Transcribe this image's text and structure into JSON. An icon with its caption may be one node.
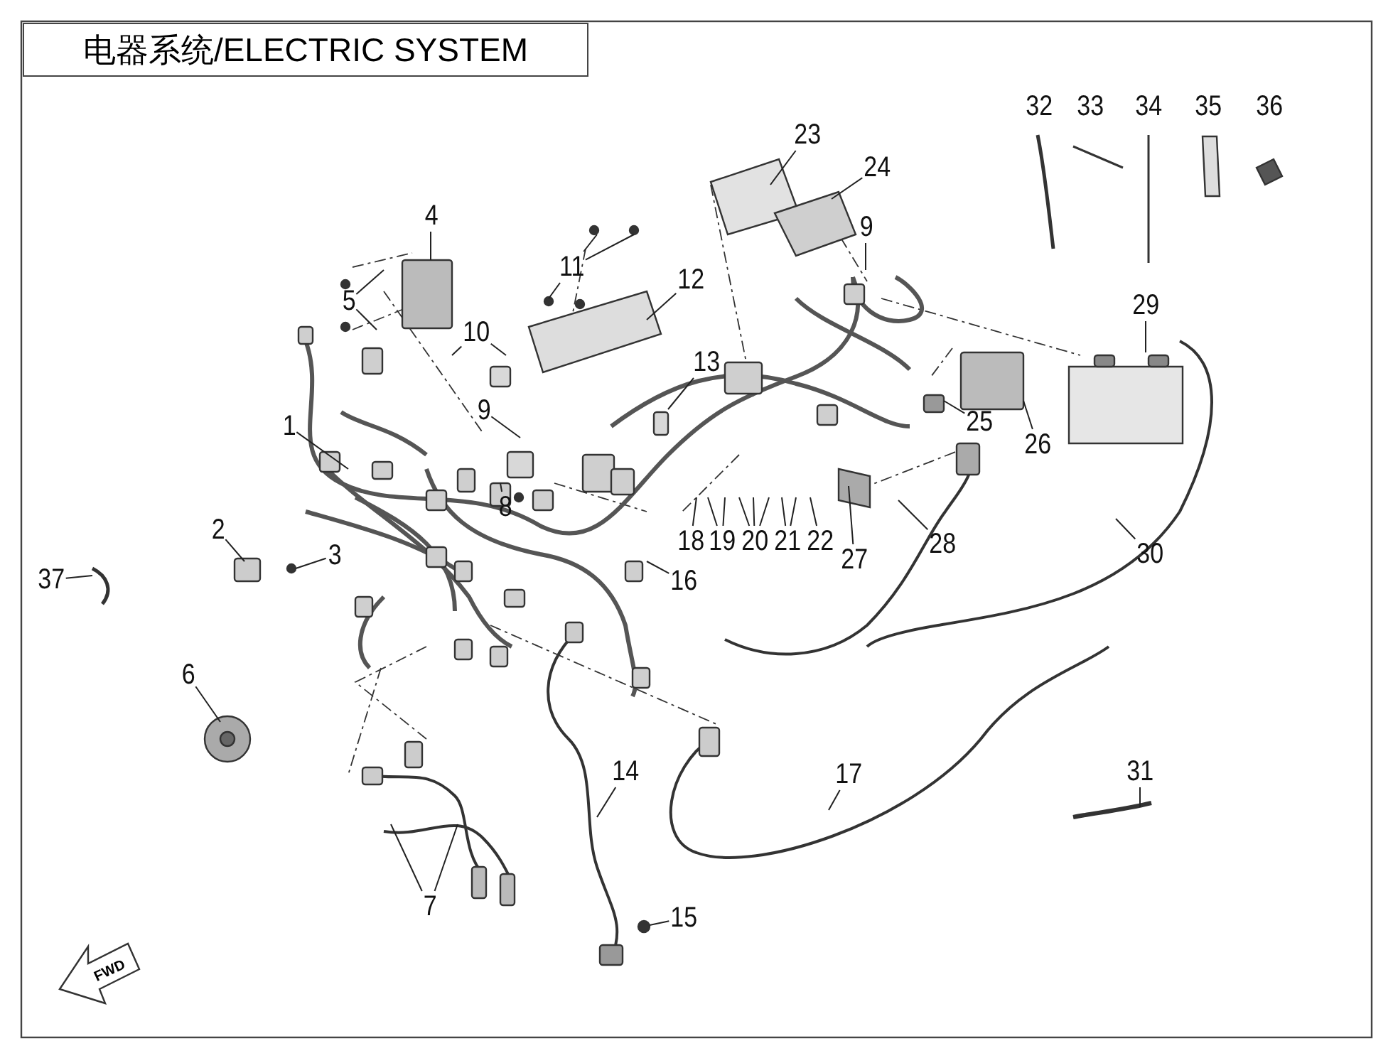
{
  "diagram": {
    "title": "电器系统/ELECTRIC SYSTEM",
    "nodes": [
      {
        "text": [
          "1"
        ]
      },
      {
        "text": [
          "2"
        ]
      },
      {
        "text": [
          "3"
        ]
      },
      {
        "text": [
          "4"
        ]
      },
      {
        "text": [
          "5"
        ]
      },
      {
        "text": [
          "6"
        ]
      },
      {
        "text": [
          "7"
        ]
      },
      {
        "text": [
          "8"
        ]
      },
      {
        "text": [
          "9"
        ]
      },
      {
        "text": [
          "10"
        ]
      },
      {
        "text": [
          "11"
        ]
      },
      {
        "text": [
          "12"
        ]
      },
      {
        "text": [
          "13"
        ]
      },
      {
        "text": [
          "14"
        ]
      },
      {
        "text": [
          "15"
        ]
      },
      {
        "text": [
          "16"
        ]
      },
      {
        "text": [
          "17"
        ]
      },
      {
        "text": [
          "18"
        ]
      },
      {
        "text": [
          "19"
        ]
      },
      {
        "text": [
          "20"
        ]
      },
      {
        "text": [
          "21"
        ]
      },
      {
        "text": [
          "22"
        ]
      },
      {
        "text": [
          "23"
        ]
      },
      {
        "text": [
          "24"
        ]
      },
      {
        "text": [
          "9"
        ]
      },
      {
        "text": [
          "25"
        ]
      },
      {
        "text": [
          "26"
        ]
      },
      {
        "text": [
          "27"
        ]
      },
      {
        "text": [
          "28"
        ]
      },
      {
        "text": [
          "29"
        ]
      },
      {
        "text": [
          "30"
        ]
      },
      {
        "text": [
          "31"
        ]
      },
      {
        "text": [
          "32"
        ]
      },
      {
        "text": [
          "33"
        ]
      },
      {
        "text": [
          "34"
        ]
      },
      {
        "text": [
          "35"
        ]
      },
      {
        "text": [
          "36"
        ]
      },
      {
        "text": [
          "37"
        ]
      }
    ],
    "edges": [
      {
        "from": 0,
        "to": null,
        "arrow": "none"
      },
      {
        "from": 1,
        "to": null,
        "arrow": "none"
      },
      {
        "from": 2,
        "to": null,
        "arrow": "none"
      },
      {
        "from": 3,
        "to": null,
        "arrow": "none"
      },
      {
        "from": 4,
        "to": null,
        "arrow": "none"
      },
      {
        "from": 4,
        "to": null,
        "arrow": "none"
      },
      {
        "from": 5,
        "to": null,
        "arrow": "none"
      },
      {
        "from": 6,
        "to": null,
        "arrow": "none"
      },
      {
        "from": 6,
        "to": null,
        "arrow": "none"
      },
      {
        "from": 7,
        "to": null,
        "arrow": "none"
      },
      {
        "from": 8,
        "to": null,
        "arrow": "none"
      },
      {
        "from": 9,
        "to": null,
        "arrow": "none"
      },
      {
        "from": 9,
        "to": null,
        "arrow": "none"
      },
      {
        "from": 10,
        "to": null,
        "arrow": "none"
      },
      {
        "from": 10,
        "to": null,
        "arrow": "none"
      },
      {
        "from": 10,
        "to": null,
        "arrow": "none"
      },
      {
        "from": 11,
        "to": null,
        "arrow": "none"
      },
      {
        "from": 12,
        "to": null,
        "arrow": "none"
      },
      {
        "from": 13,
        "to": null,
        "arrow": "none"
      },
      {
        "from": 14,
        "to": null,
        "arrow": "none"
      },
      {
        "from": 15,
        "to": null,
        "arrow": "none"
      },
      {
        "from": 16,
        "to": null,
        "arrow": "none"
      },
      {
        "from": 17,
        "to": null,
        "arrow": "none"
      },
      {
        "from": 18,
        "to": null,
        "arrow": "none"
      },
      {
        "from": 18,
        "to": null,
        "arrow": "none"
      },
      {
        "from": 19,
        "to": null,
        "arrow": "none"
      },
      {
        "from": 19,
        "to": null,
        "arrow": "none"
      },
      {
        "from": 19,
        "to": null,
        "arrow": "none"
      },
      {
        "from": 20,
        "to": null,
        "arrow": "none"
      },
      {
        "from": 20,
        "to": null,
        "arrow": "none"
      },
      {
        "from": 21,
        "to": null,
        "arrow": "none"
      },
      {
        "from": 22,
        "to": null,
        "arrow": "none"
      },
      {
        "from": 23,
        "to": null,
        "arrow": "none"
      },
      {
        "from": 24,
        "to": null,
        "arrow": "none"
      },
      {
        "from": 25,
        "to": null,
        "arrow": "none"
      },
      {
        "from": 26,
        "to": null,
        "arrow": "none"
      },
      {
        "from": 27,
        "to": null,
        "arrow": "none"
      },
      {
        "from": 28,
        "to": null,
        "arrow": "none"
      },
      {
        "from": 29,
        "to": null,
        "arrow": "none"
      },
      {
        "from": 30,
        "to": null,
        "arrow": "none"
      },
      {
        "from": 31,
        "to": null,
        "arrow": "none"
      },
      {
        "from": 37,
        "to": null,
        "arrow": "none"
      }
    ],
    "labels": [
      "FWD"
    ]
  }
}
